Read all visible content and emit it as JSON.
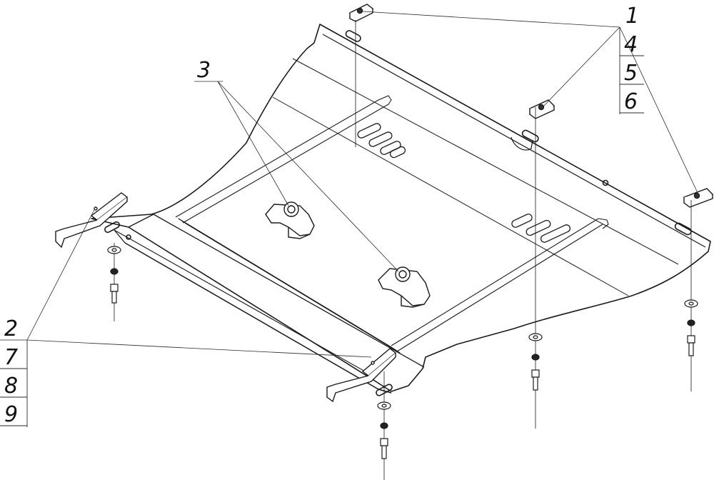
{
  "diagram": {
    "callouts": [
      {
        "id": "c1",
        "text": "1"
      },
      {
        "id": "c4",
        "text": "4"
      },
      {
        "id": "c5",
        "text": "5"
      },
      {
        "id": "c6",
        "text": "6"
      },
      {
        "id": "c3",
        "text": "3"
      },
      {
        "id": "c2",
        "text": "2"
      },
      {
        "id": "c7",
        "text": "7"
      },
      {
        "id": "c8",
        "text": "8"
      },
      {
        "id": "c9",
        "text": "9"
      }
    ],
    "colors": {
      "line": "#1a1a1a",
      "thin": "#3a3a3a",
      "background": "#ffffff"
    }
  }
}
